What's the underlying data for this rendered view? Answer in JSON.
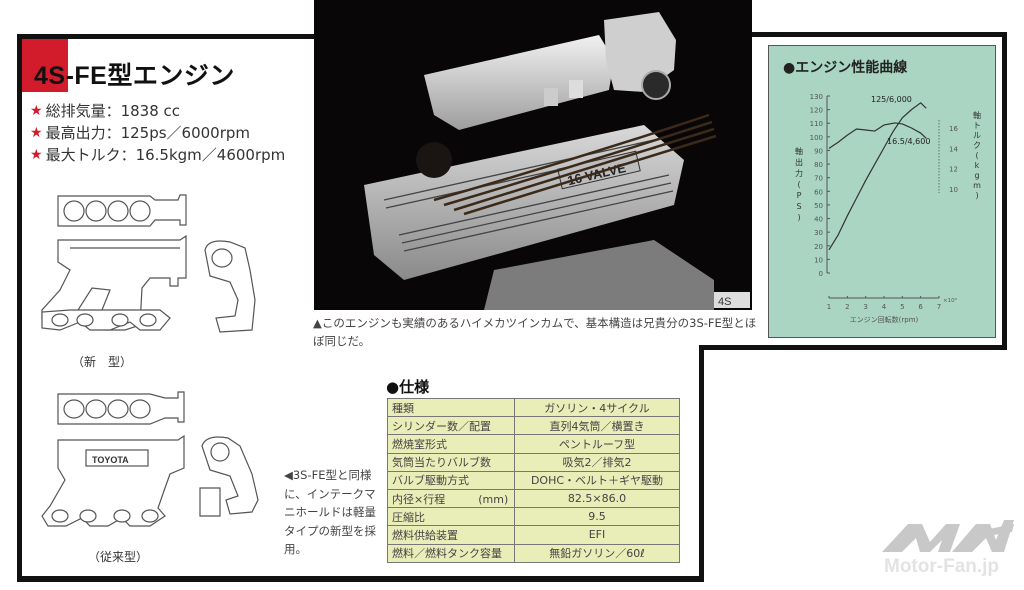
{
  "page": {
    "title": "4S-FE型エンジン",
    "summary": [
      {
        "label": "総排気量",
        "value": "1838 cc",
        "full": "総排気量：1838 cc"
      },
      {
        "label": "最高出力",
        "value": "125ps／6000rpm",
        "full": "最高出力：125ps／6000rpm"
      },
      {
        "label": "最大トルク",
        "value": "16.5kgm／4600rpm",
        "full": "最大トルク：16.5kgm／4600rpm"
      }
    ],
    "star_icon": "★"
  },
  "drawings": {
    "new_label": "（新　型）",
    "old_label": "（従来型）",
    "old_badge": "TOYOTA"
  },
  "photo": {
    "valve_badge": "16 VALVE",
    "corner_tag": "4S",
    "caption": "▲このエンジンも実績のあるハイメカツインカムで、基本構造は兄貴分の3S-FE型とほぼ同じだ。"
  },
  "side_caption": "◀3S-FE型と同様に、インテークマニホールドは軽量タイプの新型を採用。",
  "specs": {
    "heading": "●仕様",
    "rows": [
      {
        "key": "種類",
        "value": "ガソリン・4サイクル"
      },
      {
        "key": "シリンダー数／配置",
        "value": "直列4気筒／横置き"
      },
      {
        "key": "燃焼室形式",
        "value": "ペントルーフ型"
      },
      {
        "key": "気筒当たりバルブ数",
        "value": "吸気2／排気2"
      },
      {
        "key": "バルブ駆動方式",
        "value": "DOHC・ベルト＋ギヤ駆動"
      },
      {
        "key": "内径×行程　　　(mm)",
        "value": "82.5×86.0"
      },
      {
        "key": "圧縮比",
        "value": "9.5"
      },
      {
        "key": "燃料供給装置",
        "value": "EFI"
      },
      {
        "key": "燃料／燃料タンク容量",
        "value": "無鉛ガソリン／60ℓ"
      }
    ]
  },
  "chart_data": {
    "type": "line",
    "title": "●エンジン性能曲線",
    "xlabel": "エンジン回転数(rpm)",
    "x_unit": "×10³",
    "ylabel_left": "軸出力(PS)",
    "ylabel_right": "軸トルク(kgm)",
    "x_ticks": [
      1,
      2,
      3,
      4,
      5,
      6,
      7
    ],
    "y_left_ticks": [
      0,
      10,
      20,
      30,
      40,
      50,
      60,
      70,
      80,
      90,
      100,
      110,
      120,
      130
    ],
    "y_right_ticks": [
      10,
      12,
      14,
      16
    ],
    "xlim": [
      1,
      7
    ],
    "ylim_left": [
      0,
      130
    ],
    "ylim_right": [
      10,
      16
    ],
    "grid": false,
    "annotations": [
      "125/6,000",
      "16.5/4,600"
    ],
    "series": [
      {
        "name": "軸出力(PS)",
        "axis": "left",
        "x": [
          1.0,
          1.5,
          2.0,
          2.5,
          3.0,
          3.5,
          4.0,
          4.5,
          5.0,
          5.5,
          6.0,
          6.3
        ],
        "values": [
          17,
          28,
          42,
          55,
          68,
          80,
          92,
          104,
          114,
          120,
          125,
          121
        ]
      },
      {
        "name": "軸トルク(kgm)",
        "axis": "right",
        "x": [
          1.0,
          1.5,
          2.0,
          2.5,
          3.0,
          3.5,
          4.0,
          4.6,
          5.0,
          5.5,
          6.0,
          6.3
        ],
        "values": [
          14.0,
          14.6,
          15.3,
          15.9,
          15.8,
          15.7,
          16.3,
          16.5,
          16.4,
          16.0,
          15.5,
          15.0
        ]
      }
    ]
  },
  "logo": {
    "text": "Motor-Fan.jp"
  }
}
